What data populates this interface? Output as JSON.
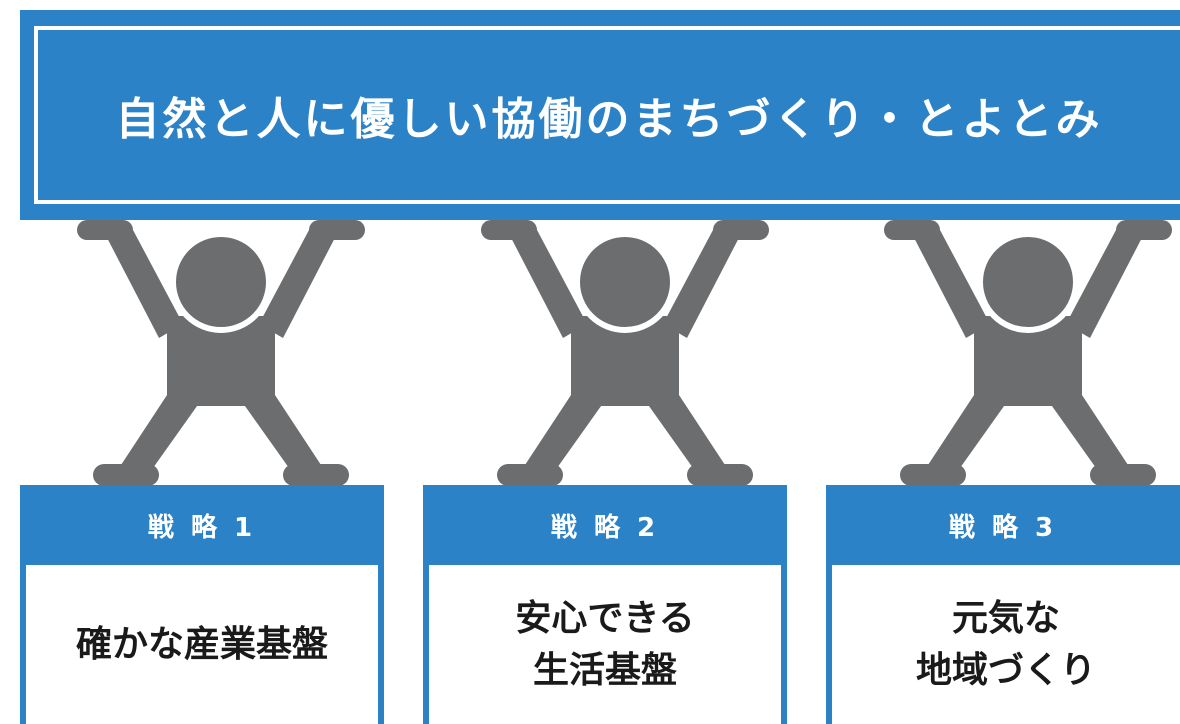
{
  "banner": {
    "title": "自然と人に優しい協働のまちづくり・とよとみ"
  },
  "strategies": [
    {
      "label": "戦 略 1",
      "lines": [
        "確かな産業基盤"
      ]
    },
    {
      "label": "戦 略 2",
      "lines": [
        "安心できる",
        "生活基盤"
      ]
    },
    {
      "label": "戦 略 3",
      "lines": [
        "元気な",
        "地域づくり"
      ]
    }
  ],
  "colors": {
    "accent": "#2b82c6",
    "figure": "#6b6d6f",
    "text": "#1a1a1a",
    "background": "#ffffff"
  }
}
